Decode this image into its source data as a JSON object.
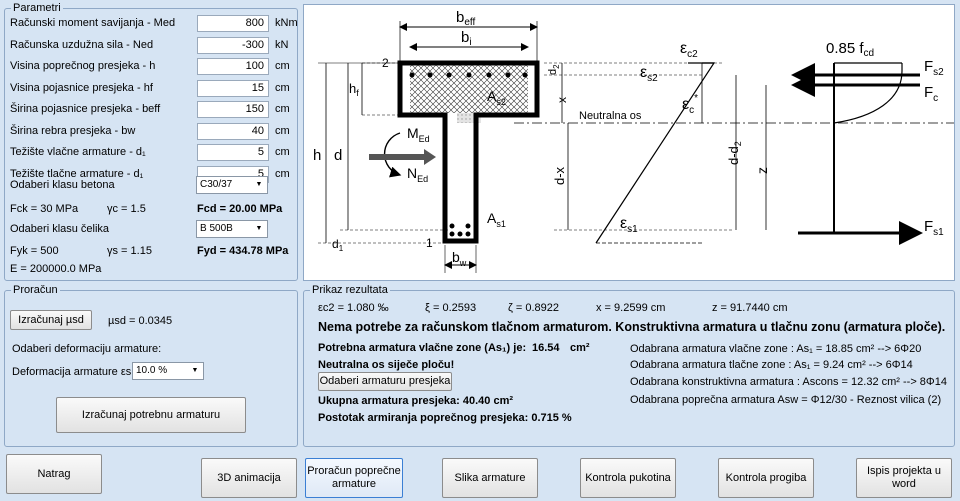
{
  "params": {
    "title": "Parametri",
    "rows": [
      {
        "label": "Računski moment savijanja - Med",
        "value": "800",
        "unit": "kNm"
      },
      {
        "label": "Računska uzdužna sila - Ned",
        "value": "-300",
        "unit": "kN"
      },
      {
        "label": "Visina poprečnog presjeka - h",
        "value": "100",
        "unit": "cm"
      },
      {
        "label": "Visina pojasnice presjeka - hf",
        "value": "15",
        "unit": "cm"
      },
      {
        "label": "Širina pojasnice presjeka - beff",
        "value": "150",
        "unit": "cm"
      },
      {
        "label": "Širina rebra presjeka - bw",
        "value": "40",
        "unit": "cm"
      },
      {
        "label": "Težište vlačne armature - d₁",
        "value": "5",
        "unit": "cm"
      },
      {
        "label": "Težište tlačne armature - d₁",
        "value": "5",
        "unit": "cm"
      }
    ],
    "concrete_label": "Odaberi klasu betona",
    "concrete_value": "C30/37",
    "fck": "Fck = 30  MPa",
    "gamma_c": "γc = 1.5",
    "fcd": "Fcd = 20.00 MPa",
    "steel_label": "Odaberi klasu čelika",
    "steel_value": "B 500B",
    "fyk": "Fyk = 500",
    "gamma_s": "γs = 1.15",
    "fyd": "Fyd = 434.78 MPa",
    "e": "E = 200000.0 MPa"
  },
  "calc": {
    "title": "Proračun",
    "btn_musd": "Izračunaj µsd",
    "musd": "µsd = 0.0345",
    "deform_title": "Odaberi deformaciju armature:",
    "deform_label": "Deformacija armature εs1:",
    "deform_value": "10.0 %",
    "btn_reinf": "Izračunaj potrebnu armaturu"
  },
  "results": {
    "title": "Prikaz rezultata",
    "ec2": "εc2 = 1.080  ‰",
    "xi": "ξ = 0.2593",
    "zeta": "ζ = 0.8922",
    "x": "x = 9.2599   cm",
    "z": "z = 91.7440   cm",
    "headline": "Nema potrebe za računskom tlačnom armaturom. Konstruktivna armatura u tlačnu zonu (armatura ploče).",
    "required_label": "Potrebna armatura vlačne zone (As₁) je:",
    "required_value": "16.54",
    "required_unit": "cm²",
    "neutral": "Neutralna os siječe ploču!",
    "btn_choose": "Odaberi armaturu presjeka",
    "total": "Ukupna armatura presjeka: 40.40 cm²",
    "percent": "Postotak armiranja poprečnog presjeka: 0.715 %",
    "chosen_tension": "Odabrana armatura vlačne zone : As₁ = 18.85 cm²  -->  6Φ20",
    "chosen_compr": "Odabrana armatura tlačne zone : As₁ = 9.24 cm²  -->  6Φ14",
    "chosen_constr": "Odabrana konstruktivna armatura : Ascons = 12.32 cm²  -->  8Φ14",
    "chosen_shear": "Odabrana poprečna armatura Asw = Φ12/30 - Reznost vilica (2)"
  },
  "bottom": {
    "back": "Natrag",
    "anim": "3D animacija",
    "shear": "Proračun poprečne armature",
    "image": "Slika armature",
    "cracks": "Kontrola pukotina",
    "deflection": "Kontrola progiba",
    "word": "Ispis projekta u word"
  },
  "diagram": {
    "beff": "b",
    "beff_sub": "eff",
    "bi": "b",
    "bi_sub": "i",
    "hf": "h",
    "hf_sub": "f",
    "h": "h",
    "d": "d",
    "d1": "d",
    "d1_sub": "1",
    "n2": "2",
    "n1": "1",
    "as2": "A",
    "as2_sub": "s2",
    "as1": "A",
    "as1_sub": "s1",
    "med": "M",
    "med_sub": "Ed",
    "ned": "N",
    "ned_sub": "Ed",
    "bw": "b",
    "bw_sub": "w",
    "d2": "d",
    "d2_sub": "2",
    "x": "x",
    "dx": "d-x",
    "neutral_axis": "Neutralna os",
    "ec2": "ε",
    "ec2_sub": "c2",
    "es2": "ε",
    "es2_sub": "s2",
    "ec": "ε",
    "ec_sub": "c",
    "ec_sup": "*",
    "es1": "ε",
    "es1_sub": "s1",
    "dd2": "d-d",
    "dd2_sub": "2",
    "z": "z",
    "fcd": "0.85 f",
    "fcd_sub": "cd",
    "fs2": "F",
    "fs2_sub": "s2",
    "fc": "F",
    "fc_sub": "c",
    "fs1": "F",
    "fs1_sub": "s1"
  }
}
